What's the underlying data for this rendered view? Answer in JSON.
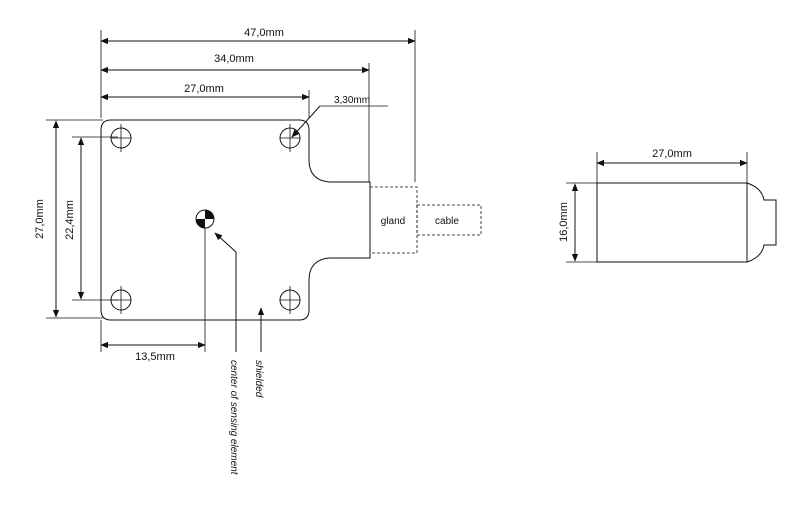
{
  "dimensions": {
    "width_overall": "47,0mm",
    "width_to_gland": "34,0mm",
    "width_body": "27,0mm",
    "hole_diameter": "3,30mm",
    "height_body": "27,0mm",
    "hole_spacing": "22,4mm",
    "center_offset": "13,5mm",
    "side_width": "27,0mm",
    "side_height": "16,0mm"
  },
  "labels": {
    "gland": "gland",
    "cable": "cable",
    "center": "center of sensing element",
    "shielded": "shielded"
  }
}
